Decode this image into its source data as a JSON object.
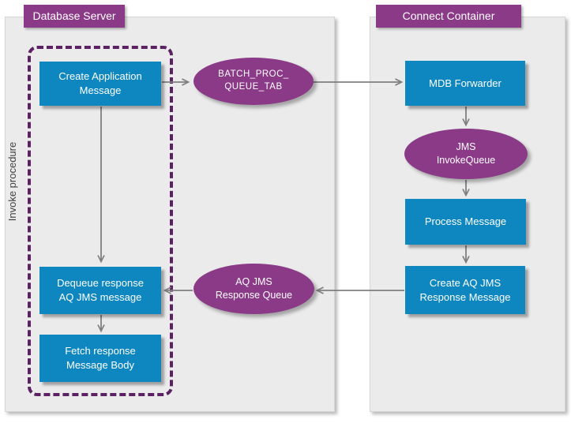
{
  "colors": {
    "purple_fill": "#8a3a87",
    "dashed_border_purple": "#5c2162",
    "blue_fill": "#0e86bf",
    "panel_gray": "#ebebeb",
    "arrow_gray": "#7f7f7f",
    "label_text": "#ffffff"
  },
  "panels": {
    "database_server": {
      "title": "Database Server"
    },
    "connect_container": {
      "title": "Connect Container"
    }
  },
  "invoke_group": {
    "label": "Invoke procedure"
  },
  "nodes": {
    "create_application_message": {
      "line1": "Create Application",
      "line2": "Message"
    },
    "batch_proc_queue_tab": {
      "line1": "BATCH_PROC_",
      "line2": "QUEUE_TAB"
    },
    "mdb_forwarder": {
      "line1": "MDB Forwarder"
    },
    "jms_invoke_queue": {
      "line1": "JMS",
      "line2": "InvokeQueue"
    },
    "process_message": {
      "line1": "Process Message"
    },
    "create_aq_jms_response": {
      "line1": "Create AQ JMS",
      "line2": "Response Message"
    },
    "aq_jms_response_queue": {
      "line1": "AQ JMS",
      "line2": "Response Queue"
    },
    "dequeue_response": {
      "line1": "Dequeue response",
      "line2": "AQ JMS message"
    },
    "fetch_response": {
      "line1": "Fetch response",
      "line2": "Message Body"
    }
  }
}
